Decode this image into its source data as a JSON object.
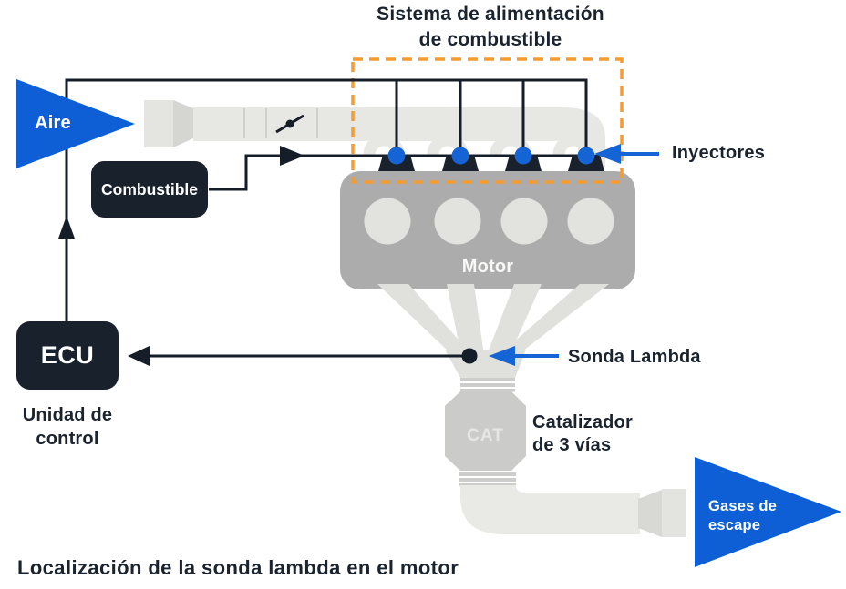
{
  "diagram": {
    "title": "Sistema de alimentación\nde combustible",
    "caption": "Localización de la sonda lambda en el motor",
    "nodes": {
      "aire": "Aire",
      "combustible": "Combustible",
      "motor": "Motor",
      "ecu": "ECU",
      "ecu_subtitle": "Unidad de\ncontrol",
      "cat": "CAT",
      "gases": "Gases de\nescape"
    },
    "callouts": {
      "inyectores": "Inyectores",
      "sonda_lambda": "Sonda Lambda",
      "catalizador": "Catalizador\nde 3 vías"
    },
    "colors": {
      "flow_triangle_blue": "#0E5FD6",
      "injector_blue": "#1464D6",
      "callout_arrow_blue": "#1464D6",
      "dark_navy_box": "#18212C",
      "wire_black": "#141D28",
      "text_dark": "#1A232E",
      "dashed_outline_orange": "#F59B30",
      "engine_gray": "#ACACAC",
      "intake_light_gray": "#E7E7E3",
      "catalyst_gray": "#CBCBC9"
    },
    "icons": {
      "air_flow": "triangle-right-icon",
      "exhaust_flow": "triangle-right-icon",
      "throttle": "butterfly-valve-icon",
      "lambda_sensor": "dot-icon"
    }
  }
}
